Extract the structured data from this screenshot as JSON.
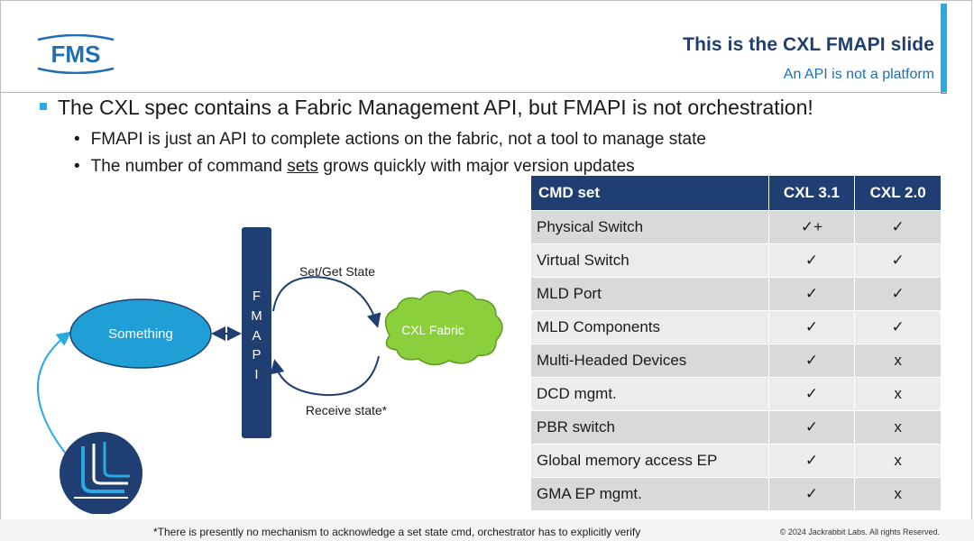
{
  "header": {
    "logo_text": "FMS",
    "title": "This is the CXL FMAPI slide",
    "subtitle": "An API is not a platform"
  },
  "bullets": {
    "main": "The CXL spec contains a Fabric Management API, but FMAPI is not orchestration!",
    "sub": [
      "FMAPI is just an API to complete actions on the fabric, not a tool to manage state",
      {
        "before": "The number of command ",
        "underlined": "sets",
        "after": " grows quickly with major version updates"
      }
    ]
  },
  "diagram": {
    "something_label": "Something",
    "fmapi_letters": [
      "F",
      "M",
      "A",
      "P",
      "I"
    ],
    "fabric_label": "CXL Fabric",
    "set_get_label": "Set/Get State",
    "receive_label": "Receive state*"
  },
  "table": {
    "headers": [
      "CMD set",
      "CXL 3.1",
      "CXL 2.0"
    ],
    "rows": [
      [
        "Physical Switch",
        "✓+",
        "✓"
      ],
      [
        "Virtual Switch",
        "✓",
        "✓"
      ],
      [
        "MLD Port",
        "✓",
        "✓"
      ],
      [
        "MLD Components",
        "✓",
        "✓"
      ],
      [
        "Multi-Headed Devices",
        "✓",
        "x"
      ],
      [
        "DCD mgmt.",
        "✓",
        "x"
      ],
      [
        "PBR switch",
        "✓",
        "x"
      ],
      [
        "Global memory access EP",
        "✓",
        "x"
      ],
      [
        "GMA EP mgmt.",
        "✓",
        "x"
      ]
    ]
  },
  "footer": {
    "footnote": "*There is presently no mechanism to acknowledge a set state cmd, orchestrator has to explicitly verify",
    "copyright": "© 2024 Jackrabbit Labs. All rights Reserved."
  },
  "colors": {
    "navy": "#1f3f73",
    "accent_blue": "#29abe2",
    "something_fill": "#1f9fd6",
    "fabric_fill": "#8ccf3c"
  }
}
